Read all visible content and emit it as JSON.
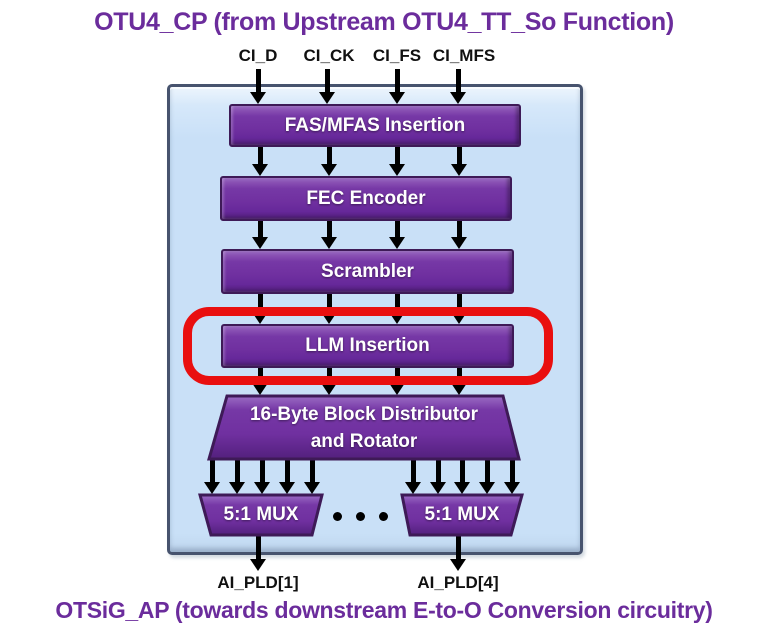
{
  "titles": {
    "top": "OTU4_CP (from Upstream OTU4_TT_So Function)",
    "bottom": "OTSiG_AP (towards downstream E-to-O Conversion circuitry)"
  },
  "inputs": [
    "CI_D",
    "CI_CK",
    "CI_FS",
    "CI_MFS"
  ],
  "blocks": {
    "fas": "FAS/MFAS Insertion",
    "fec": "FEC Encoder",
    "scrambler": "Scrambler",
    "llm": "LLM Insertion",
    "distributor_line1": "16-Byte Block Distributor",
    "distributor_line2": "and Rotator",
    "mux_left": "5:1 MUX",
    "mux_right": "5:1 MUX"
  },
  "outputs": [
    "AI_PLD[1]",
    "AI_PLD[4]"
  ],
  "colors": {
    "block_purple": "#7030A0",
    "block_border": "#3E1A57",
    "container_fill": "#C9E0F7",
    "container_border": "#47536E",
    "highlight_red": "#E90F0F",
    "title_purple": "#6B2C9C",
    "arrow_black": "#000000"
  }
}
